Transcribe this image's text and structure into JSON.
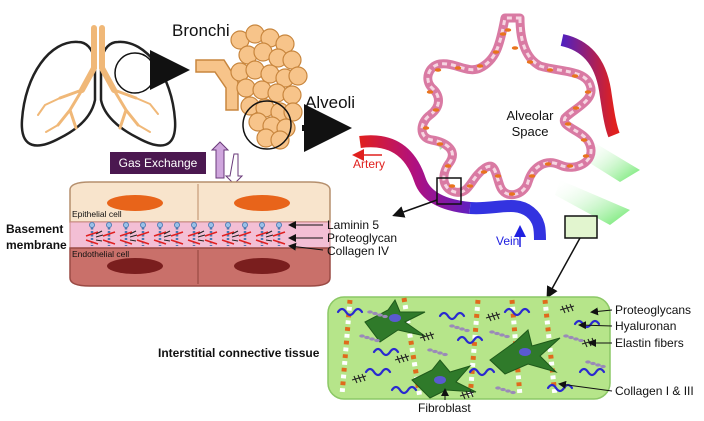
{
  "labels": {
    "bronchi": "Bronchi",
    "alveoli": "Alveoli",
    "alveolar_space_line1": "Alveolar",
    "alveolar_space_line2": "Space",
    "artery": "Artery",
    "vein": "Vein",
    "gas_exchange": "Gas Exchange",
    "epithelial_cell": "Epithelial cell",
    "endothelial_cell": "Endothelial cell",
    "basement_line1": "Basement",
    "basement_line2": "membrane",
    "laminin": "Laminin 5",
    "proteoglycan": "Proteoglycan",
    "collagen_iv": "Collagen IV",
    "interstitial": "Interstitial connective tissue",
    "proteoglycans": "Proteoglycans",
    "hyaluronan": "Hyaluronan",
    "elastin": "Elastin fibers",
    "collagen_1_3": "Collagen I & III",
    "fibroblast": "Fibroblast"
  },
  "colors": {
    "lung_outline": "#222222",
    "lung_airway": "#f0b878",
    "alveoli_fill": "#f7c48a",
    "alveoli_stroke": "#c8863e",
    "membrane_pink": "#d97aa3",
    "artery_red": "#e0201e",
    "vein_blue": "#2020e0",
    "gas_box": "#4b1850",
    "epithelial": "#f8e4cc",
    "endothelial": "#c9706a",
    "tissue_green": "#b6e58a",
    "fibroblast": "#2f7a2a",
    "elastin": "#2a2ad0",
    "collagen": "#e06a1c",
    "hyaluronan": "#9a8ab8"
  }
}
